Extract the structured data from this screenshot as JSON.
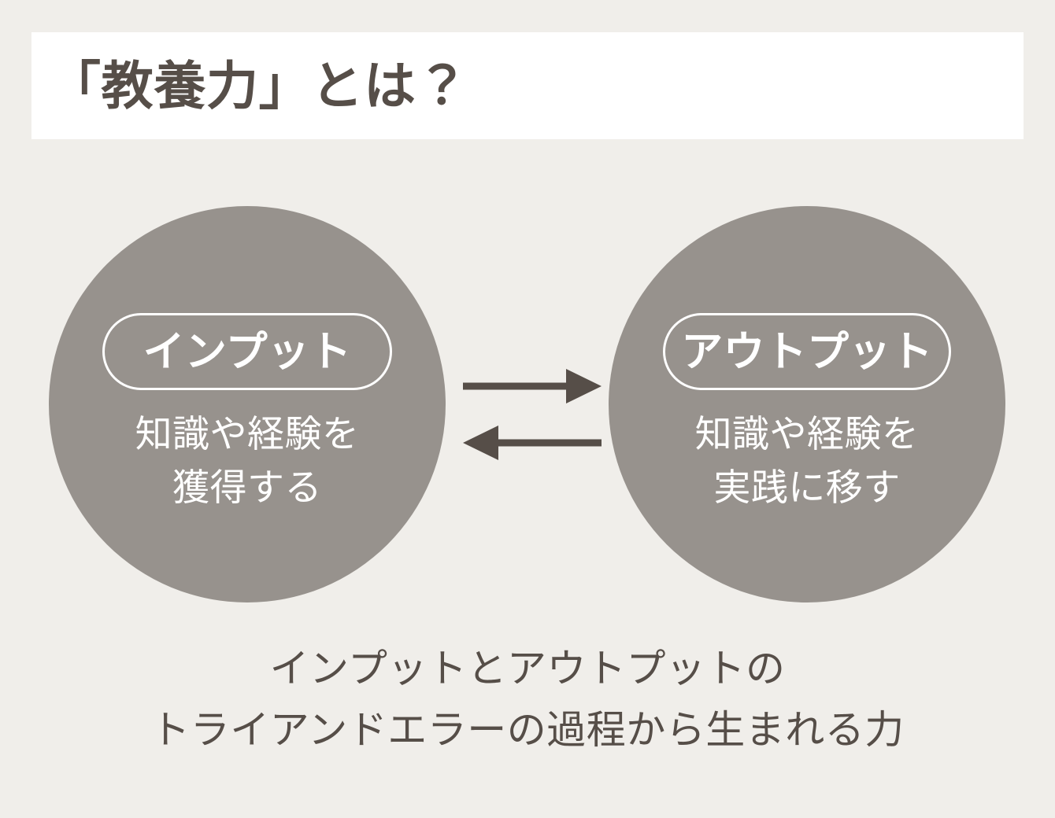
{
  "slide": {
    "background_color": "#F0EEEA",
    "accent_dark": "#564E48",
    "circle_color": "#97928D",
    "banner_color": "#FFFFFF"
  },
  "header": {
    "title": "「教養力」とは？"
  },
  "diagram": {
    "nodes": [
      {
        "id": "input",
        "pill_label": "インプット",
        "body_line1": "知識や経験を",
        "body_line2": "獲得する"
      },
      {
        "id": "output",
        "pill_label": "アウトプット",
        "body_line1": "知識や経験を",
        "body_line2": "実践に移す"
      }
    ],
    "arrows": [
      {
        "id": "input-to-output",
        "direction": "right"
      },
      {
        "id": "output-to-input",
        "direction": "left"
      }
    ]
  },
  "caption": {
    "line1": "インプットとアウトプットの",
    "line2": "トライアンドエラーの過程から生まれる力"
  }
}
